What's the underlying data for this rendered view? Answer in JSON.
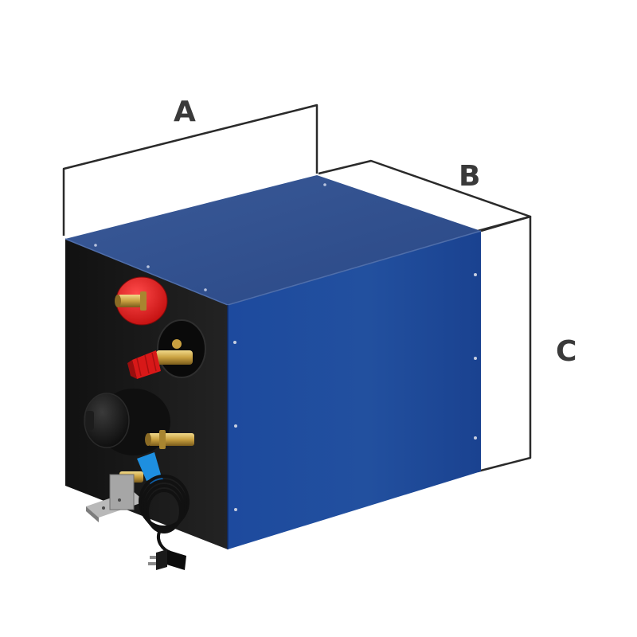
{
  "dimensions": {
    "width_label": "A",
    "depth_label": "B",
    "height_label": "C"
  },
  "colors": {
    "tank_top": "#2d4e8f",
    "tank_side": "#1f4896",
    "tank_front": "#1b1b1b",
    "dimension_line": "#2a2a2a",
    "dimension_text": "#3a3a3a",
    "hot_cap": "#e01818",
    "cold_cap": "#1e8fe0",
    "brass": "#c9a64a"
  },
  "icons": {
    "product": "water-heater-icon",
    "power_cable": "power-plug-icon"
  }
}
